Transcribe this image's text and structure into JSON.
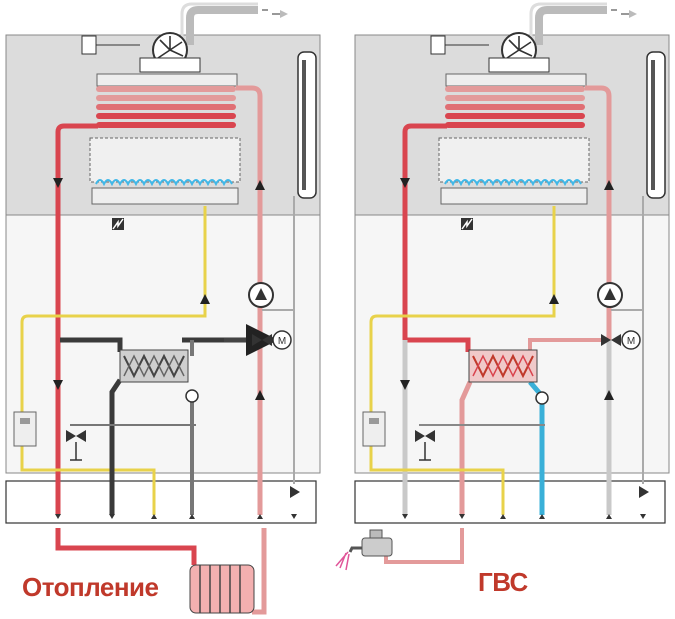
{
  "captions": {
    "heating": "Отопление",
    "dhw": "ГВС"
  },
  "colors": {
    "caption": "#c0392b",
    "hot_flow": "#d9454f",
    "warm_return": "#e39a9a",
    "cold_water": "#3ab0d8",
    "dark_flow": "#3a3a3a",
    "idle_pipe": "#c9c9c9",
    "gas": "#e8d24a",
    "panel_top": "#dcdcdc",
    "panel_bottom": "#f4f4f4",
    "flame": "#40b8e8"
  },
  "panels": [
    {
      "id": "heating-mode",
      "mode": "heating"
    },
    {
      "id": "dhw-mode",
      "mode": "dhw"
    }
  ],
  "icons": [
    "fan-icon",
    "pressure-switch-icon",
    "burner-icon",
    "ignition-icon",
    "pump-icon",
    "three-way-valve-motor-icon",
    "plate-heat-exchanger-icon",
    "flow-sensor-icon",
    "gas-valve-icon",
    "safety-valve-icon",
    "expansion-tank-icon",
    "radiator-icon",
    "tap-icon"
  ]
}
